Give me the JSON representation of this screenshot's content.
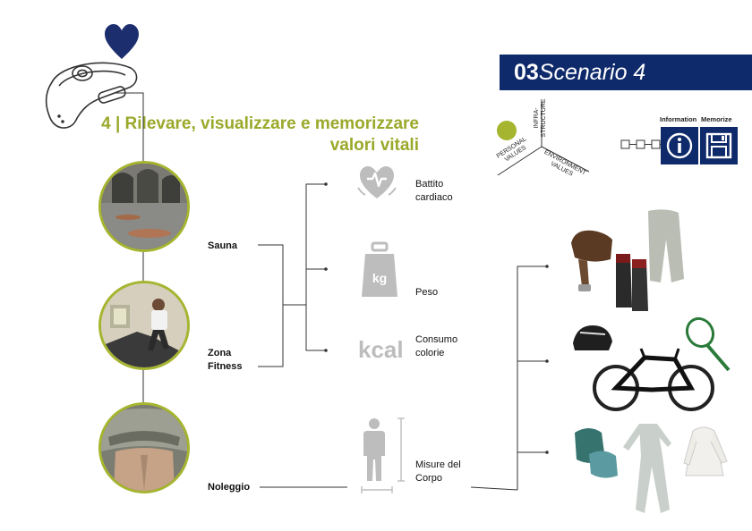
{
  "colors": {
    "accent": "#a6b52f",
    "navy": "#0f2a6b",
    "icon_gray": "#bdbdbd"
  },
  "header": {
    "number": "03",
    "scenario": "Scenario 4",
    "title_line1": "4 | Rilevare, visualizzare e memorizzare",
    "title_line2": "valori vitali"
  },
  "values_diagram": {
    "infra": "INFRA-",
    "structure": "STRUCTURE",
    "personal": "PERSONAL",
    "personal_values": "VALUES",
    "environment": "ENVIRONMENT",
    "environment_values": "VALUES"
  },
  "process": {
    "information": "Information",
    "memorize": "Memorize"
  },
  "places": {
    "sauna": "Sauna",
    "fitness_1": "Zona",
    "fitness_2": "Fitness",
    "rental": "Noleggio"
  },
  "measures": {
    "heart_1": "Battito",
    "heart_2": "cardiaco",
    "weight": "Peso",
    "kg": "kg",
    "kcal": "kcal",
    "calories_1": "Consumo",
    "calories_2": "colorie",
    "body_1": "Misure del",
    "body_2": "Corpo"
  }
}
